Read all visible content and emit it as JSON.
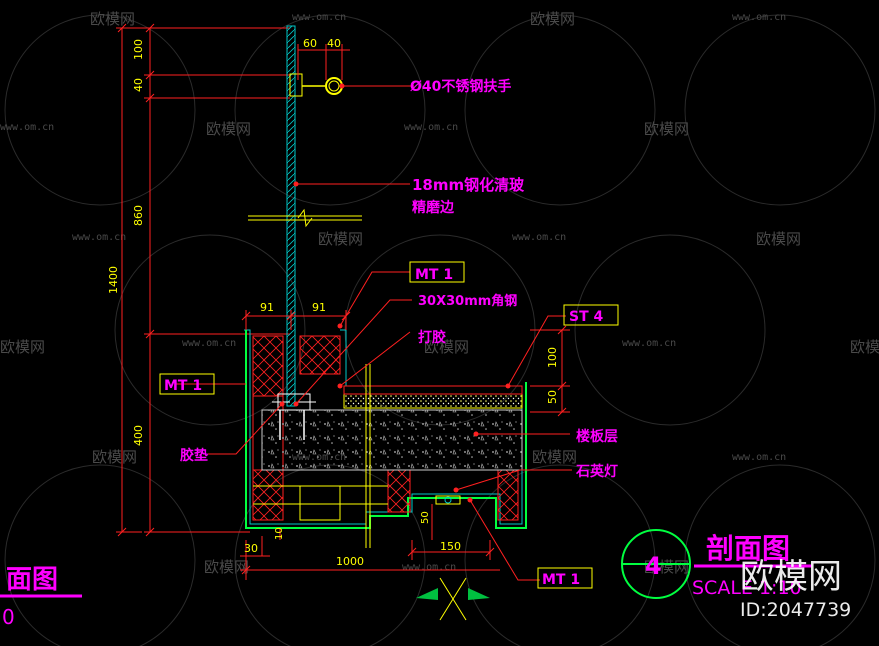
{
  "colors": {
    "background": "#000000",
    "magenta": "#ff00ff",
    "red": "#ff2020",
    "yellow": "#ffff00",
    "green": "#00ff40",
    "cyan": "#00c8c8",
    "white": "#ffffff",
    "gray": "#8a8a8a",
    "watermark": "#3c3c3c"
  },
  "dimensions": {
    "v100": "100",
    "v40": "40",
    "v860": "860",
    "v1400": "1400",
    "v400": "400",
    "h60": "60",
    "h40": "40",
    "h91_left": "91",
    "h91_right": "91",
    "v100_right": "100",
    "v50_right": "50",
    "h30": "30",
    "v10": "10",
    "h1000": "1000",
    "v50_bottom": "50",
    "h150": "150"
  },
  "labels": {
    "handrail": "Ø40不锈钢扶手",
    "glass_line1": "18mm钢化清玻",
    "glass_line2": "精磨边",
    "mt1_top": "MT 1",
    "angle_steel": "30X30mm角钢",
    "glue": "打胶",
    "st4": "ST 4",
    "mt1_left": "MT 1",
    "rubber_pad": "胶垫",
    "floor_slab": "楼板层",
    "stone_lamp": "石英灯",
    "mt1_bottom": "MT 1"
  },
  "titles": {
    "left_title": "面图",
    "left_scale": "0",
    "right_title": "剖面图",
    "right_scale": "SCALE 1:10"
  },
  "watermarks": {
    "logo_text": "欧模网",
    "url_text": "www.om.cn",
    "brand": "欧模网",
    "id": "ID:2047739"
  }
}
